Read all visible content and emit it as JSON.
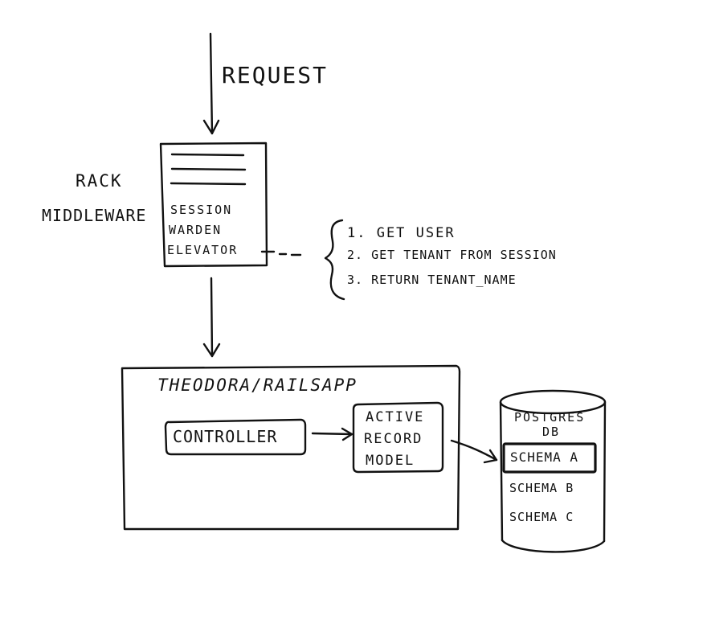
{
  "request_label": "REQUEST",
  "rack_label_line1": "RACK",
  "rack_label_line2": "MIDDLEWARE",
  "middleware_lines": [
    "SESSION",
    "WARDEN",
    "ELEVATOR"
  ],
  "steps": [
    "1. GET USER",
    "2. GET TENANT FROM SESSION",
    "3. RETURN TENANT_NAME"
  ],
  "app_title": "THEODORA/RAILSAPP",
  "controller_label": "CONTROLLER",
  "model_lines": [
    "ACTIVE",
    "RECORD",
    "MODEL"
  ],
  "db_title_line1": "POSTGRES",
  "db_title_line2": "DB",
  "schemas": [
    "SCHEMA A",
    "SCHEMA B",
    "SCHEMA C"
  ],
  "highlighted_schema": "SCHEMA A"
}
